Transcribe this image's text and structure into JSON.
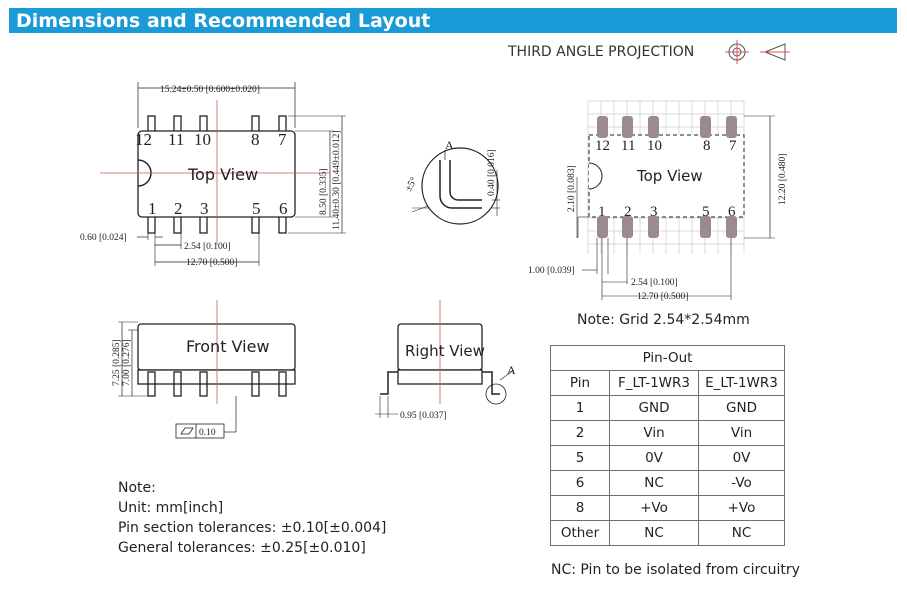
{
  "header": {
    "title": "Dimensions and Recommended Layout"
  },
  "projection": {
    "label": "THIRD ANGLE PROJECTION"
  },
  "top_view": {
    "label": "Top View",
    "pins_top": [
      "12",
      "11",
      "10",
      "8",
      "7"
    ],
    "pins_bottom": [
      "1",
      "2",
      "3",
      "5",
      "6"
    ],
    "dim_width": "15.24±0.50 [0.600±0.020]",
    "dim_height": "8.50 [0.335]",
    "dim_total_height": "11.40±0.30 [0.449±0.012]",
    "dim_pin_width": "0.60 [0.024]",
    "dim_pitch": "2.54 [0.100]",
    "dim_span": "12.70 [0.500]"
  },
  "detail": {
    "label": "A",
    "angle": "±5°",
    "dim": "0.40 [0.016]"
  },
  "layout_view": {
    "label": "Top View",
    "pins_top": [
      "12",
      "11",
      "10",
      "8",
      "7"
    ],
    "pins_bottom": [
      "1",
      "2",
      "3",
      "5",
      "6"
    ],
    "dim_height": "12.20 [0.480]",
    "dim_offset": "2.10 [0.083]",
    "dim_pad": "1.00 [0.039]",
    "dim_pitch": "2.54 [0.100]",
    "dim_span": "12.70 [0.500]",
    "grid_note": "Note: Grid 2.54*2.54mm"
  },
  "front_view": {
    "label": "Front View",
    "dim_total": "7.25 [0.285]",
    "dim_body": "7.00 [0.276]",
    "flatness": "0.10"
  },
  "right_view": {
    "label": "Right View",
    "detail_label": "A",
    "dim_foot": "0.95 [0.037]"
  },
  "notes": {
    "heading": "Note:",
    "lines": [
      "Unit: mm[inch]",
      "Pin section tolerances: ±0.10[±0.004]",
      "General tolerances: ±0.25[±0.010]"
    ]
  },
  "pinout": {
    "title": "Pin-Out",
    "headers": [
      "Pin",
      "F_LT-1WR3",
      "E_LT-1WR3"
    ],
    "rows": [
      [
        "1",
        "GND",
        "GND"
      ],
      [
        "2",
        "Vin",
        "Vin"
      ],
      [
        "5",
        "0V",
        "0V"
      ],
      [
        "6",
        "NC",
        "-Vo"
      ],
      [
        "8",
        "+Vo",
        "+Vo"
      ],
      [
        "Other",
        "NC",
        "NC"
      ]
    ],
    "footnote": "NC: Pin to be isolated from circuitry"
  },
  "colors": {
    "header_bg": "#1a9ad6",
    "center_line": "#d9534f",
    "pad": "#9b8a90"
  }
}
